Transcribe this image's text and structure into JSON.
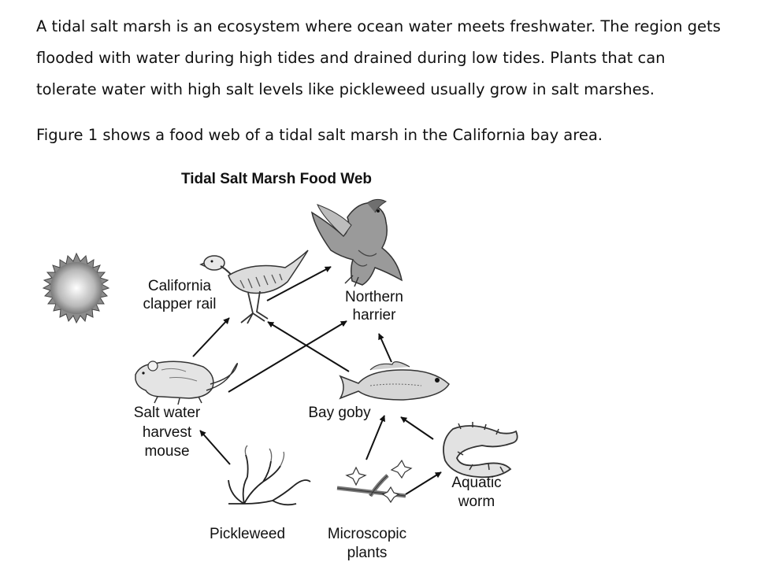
{
  "intro": {
    "paragraph": "A tidal salt marsh is an ecosystem where ocean water meets freshwater. The region gets flooded with water during high tides and drained during low tides.  Plants that can tolerate water with high salt levels like pickleweed usually grow in salt marshes.",
    "figure_caption": "Figure 1 shows a food web of a tidal salt marsh in the California bay area."
  },
  "diagram": {
    "title": "Tidal Salt Marsh Food Web",
    "labels": {
      "rail_1": "California",
      "rail_2": "clapper rail",
      "harrier_1": "Northern",
      "harrier_2": "harrier",
      "mouse_1": "Salt water",
      "mouse_2": "harvest",
      "mouse_3": "mouse",
      "goby": "Bay goby",
      "worm_1": "Aquatic",
      "worm_2": "worm",
      "pickleweed": "Pickleweed",
      "micro_1": "Microscopic",
      "micro_2": "plants"
    },
    "icons": [
      "sun-icon",
      "clapper-rail-icon",
      "harrier-icon",
      "mouse-icon",
      "goby-icon",
      "worm-icon",
      "pickleweed-icon",
      "microscopic-plants-icon"
    ]
  }
}
